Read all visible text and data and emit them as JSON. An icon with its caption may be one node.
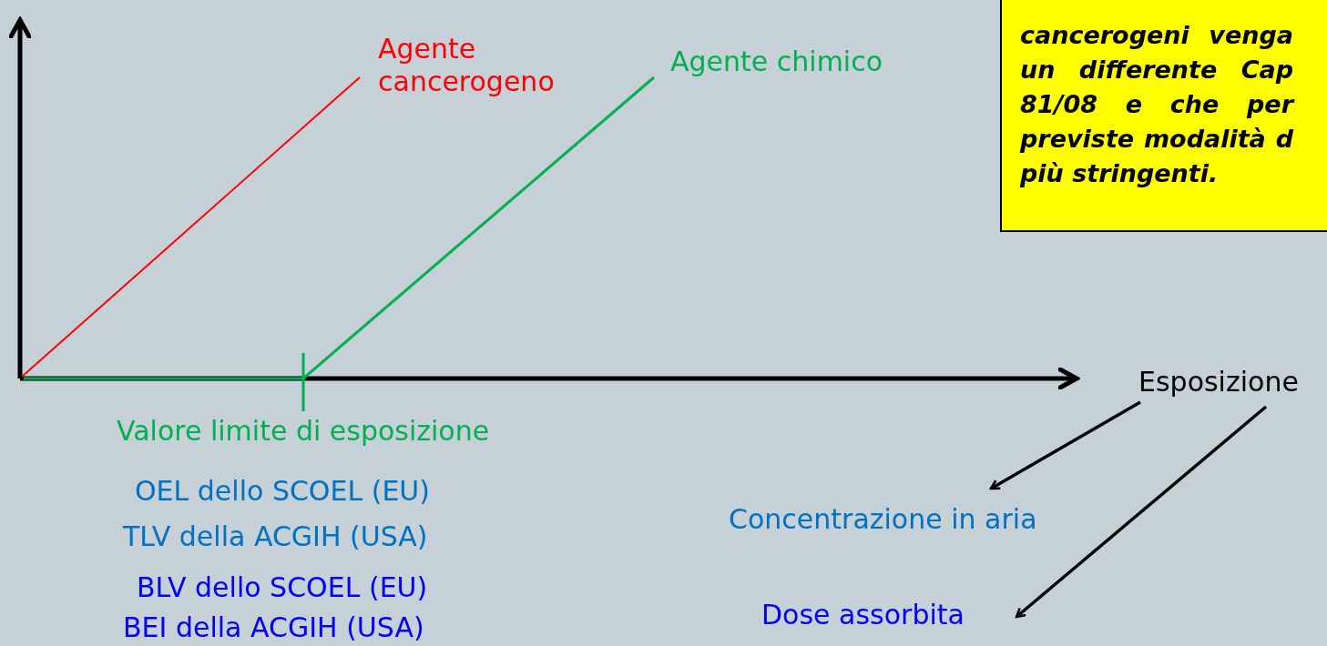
{
  "diagram": {
    "nodes": [
      {
        "text": [
          "cancerogeni venga un differente Cap 81/08 e che per previste modalità d più stringenti."
        ]
      },
      {
        "text": [
          "Esposizione"
        ]
      },
      {
        "text": [
          "Concentrazione in aria"
        ]
      },
      {
        "text": [
          "Dose assorbita"
        ]
      }
    ],
    "edges": [
      {
        "from": 1,
        "to": 2,
        "arrow": "to"
      },
      {
        "from": 1,
        "to": 3,
        "arrow": "to"
      }
    ],
    "labels": [
      "Agente cancerogeno",
      "Agente chimico",
      "Valore limite di esposizione",
      "OEL dello SCOEL (EU)",
      "TLV della ACGIH (USA)",
      "BLV dello SCOEL (EU)",
      "BEI della ACGIH (USA)"
    ]
  }
}
